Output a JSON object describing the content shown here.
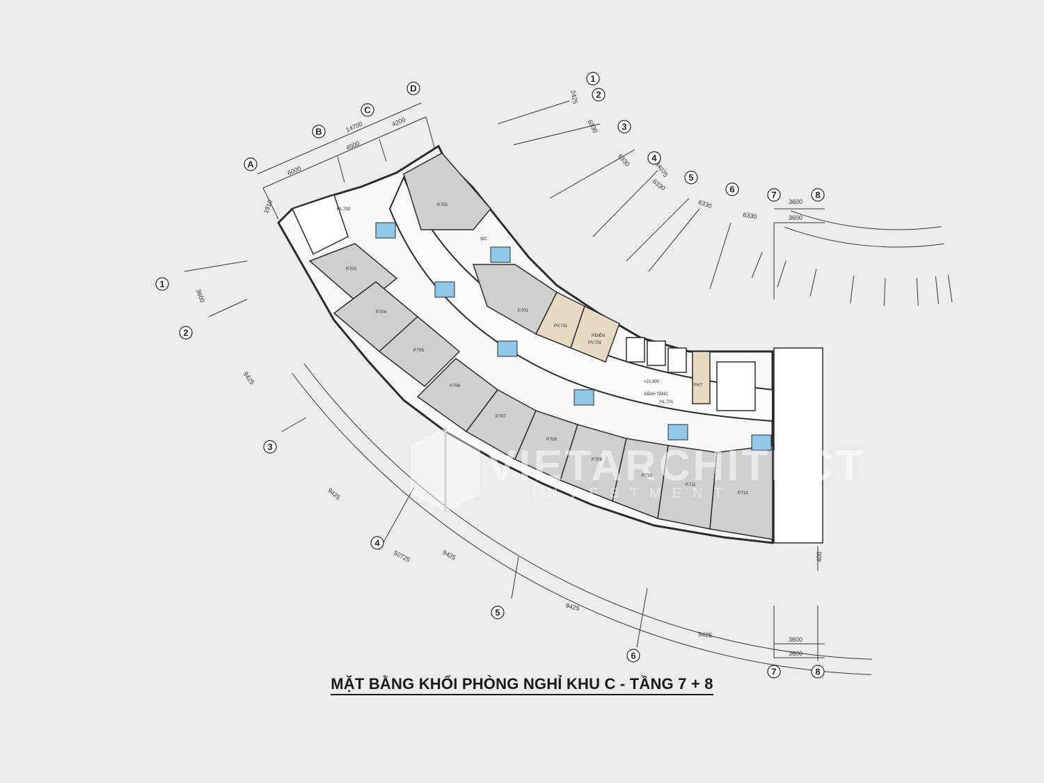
{
  "title": "MẶT BẰNG KHỐI PHÒNG NGHỈ KHU C - TẦNG 7 + 8",
  "watermark": {
    "main": "VIETARCHITECT",
    "sub": "INVESTMENT"
  },
  "grid": {
    "radial_top": [
      "1",
      "2",
      "3",
      "4",
      "5",
      "6",
      "7",
      "8"
    ],
    "radial_bottom": [
      "1",
      "2",
      "3",
      "4",
      "5",
      "6",
      "7",
      "8"
    ],
    "columns": [
      "A",
      "B",
      "C",
      "D"
    ]
  },
  "dimensions": {
    "top_arc": [
      "2425",
      "6330",
      "6330",
      "6330",
      "6330",
      "6330",
      "3600",
      "3600"
    ],
    "top_total": "34075",
    "left": [
      "6000",
      "4500",
      "4200"
    ],
    "left_total": "14700",
    "left_small": "1910",
    "bottom_arc": [
      "3600",
      "9425",
      "9425",
      "9425",
      "9425",
      "9425",
      "3600",
      "3600"
    ],
    "bottom_total": "50725",
    "right_small": "400"
  },
  "rooms": {
    "hl_702": "HL.702",
    "p703": "P.703",
    "p704": "P.704",
    "p705": "P.705",
    "p706": "P.706",
    "p707": "P.707",
    "p708": "P.708",
    "p709": "P.709",
    "p710": "P.710",
    "p711": "P.711",
    "p712": "P.712",
    "p702": "P.702",
    "p701": "P.701",
    "wc": "WC",
    "pv_701": "PV.701",
    "pv_701b": "PV.701",
    "p_dien": "P.ĐIỆN",
    "p_kt": "P.KT",
    "sanh_tang": "SẢNH TẦNG",
    "hl_701": "HL.701",
    "level": "+21.000"
  },
  "colors": {
    "room_fill": "#cfcfcf",
    "service_fill": "#e8d9c3",
    "wet_fill": "#8fc8e8",
    "wall": "#2b2b2b",
    "background": "#ececec"
  }
}
